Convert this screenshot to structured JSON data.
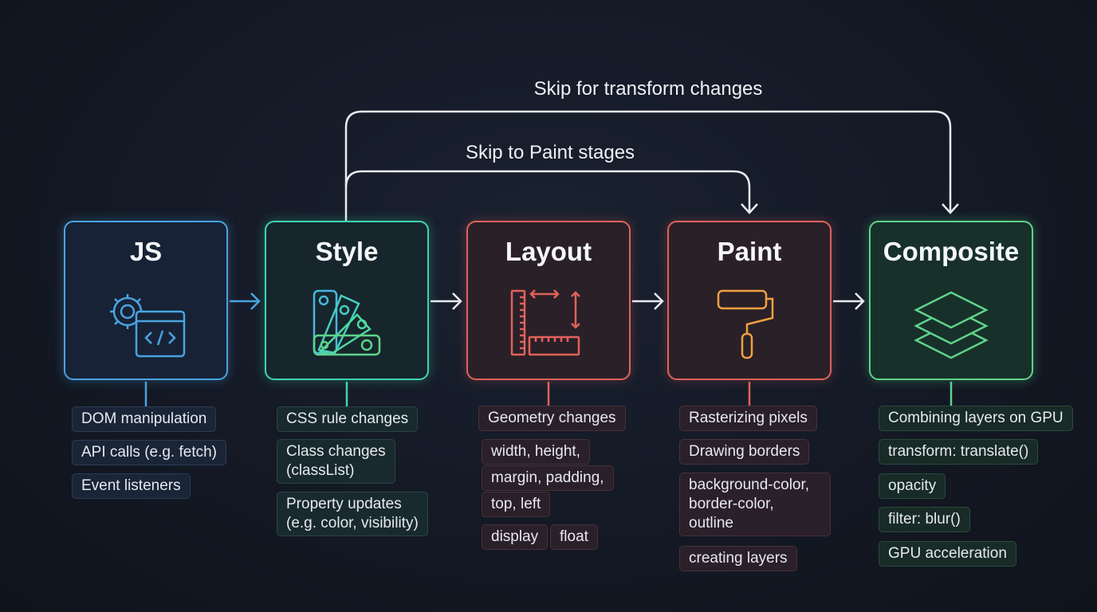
{
  "skips": {
    "transform": "Skip for transform changes",
    "paint": "Skip to Paint stages"
  },
  "colors": {
    "js": "#4aa3e0",
    "style": "#3dd6b0",
    "layout": "#e0625a",
    "paint": "#e0625a",
    "composite": "#5fd38a",
    "paint_icon": "#f0a040"
  },
  "stages": [
    {
      "title": "JS",
      "icon": "gear-code-window-icon",
      "tags": [
        "DOM manipulation",
        "API calls (e.g. fetch)",
        "Event listeners"
      ]
    },
    {
      "title": "Style",
      "icon": "color-swatch-icon",
      "tags": [
        "CSS rule changes",
        "Class changes\n(classList)",
        "Property updates\n(e.g. color, visibility)"
      ]
    },
    {
      "title": "Layout",
      "icon": "ruler-measure-icon",
      "tags": [
        "Geometry changes",
        "width, height,",
        "margin, padding,",
        "top, left",
        "display",
        "float"
      ]
    },
    {
      "title": "Paint",
      "icon": "paint-roller-icon",
      "tags": [
        "Rasterizing pixels",
        "Drawing borders",
        "background-color,\nborder-color,\noutline",
        "creating layers"
      ]
    },
    {
      "title": "Composite",
      "icon": "layers-icon",
      "tags": [
        "Combining layers on GPU",
        "transform: translate()",
        "opacity",
        "filter: blur()",
        "GPU acceleration"
      ]
    }
  ]
}
